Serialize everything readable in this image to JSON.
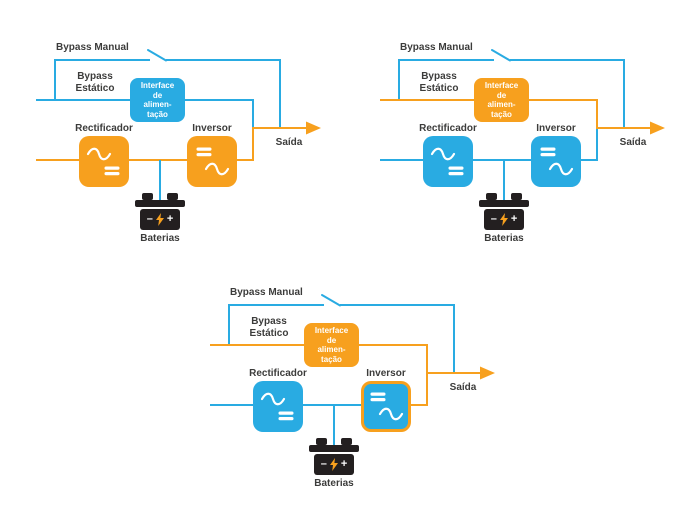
{
  "palette": {
    "cyan": "#29ABE2",
    "orange": "#F7A01E",
    "battery_dark": "#231F20",
    "label_text": "#3C3C3B",
    "symbol_white": "#FFFFFF",
    "background": "#FFFFFF"
  },
  "icons": {
    "battery_bolt": "lightning-bolt-icon",
    "rectifier_symbols": "sine-wave-icon + equals-icon",
    "inverter_symbols": "equals-icon + sine-wave-icon",
    "output": "arrow-right-icon",
    "bypass_switch": "open-switch-icon"
  },
  "diagrams": [
    {
      "labels": {
        "bypass_manual": "Bypass Manual",
        "bypass_estatico_line1": "Bypass",
        "bypass_estatico_line2": "Estático",
        "interface_line1": "Interface",
        "interface_line2": "de",
        "interface_line3": "alimen-",
        "interface_line4": "tação",
        "rectificador": "Rectificador",
        "inversor": "Inversor",
        "saida": "Saída",
        "baterias": "Baterias"
      },
      "battery": {
        "minus": "–",
        "plus": "+"
      },
      "wires": {
        "bypass_manual": "cyan",
        "bypass_estatico": "cyan",
        "bypass_estatico_vert": "cyan",
        "input": "orange",
        "intermediate": "orange",
        "inverter_output": "orange",
        "output": "orange",
        "battery": "cyan"
      },
      "boxes": {
        "interface": "cyan",
        "rectifier": "orange",
        "inverter": "orange",
        "inverter_border": "none"
      }
    },
    {
      "labels": {
        "bypass_manual": "Bypass Manual",
        "bypass_estatico_line1": "Bypass",
        "bypass_estatico_line2": "Estático",
        "interface_line1": "Interface",
        "interface_line2": "de",
        "interface_line3": "alimen-",
        "interface_line4": "tação",
        "rectificador": "Rectificador",
        "inversor": "Inversor",
        "saida": "Saída",
        "baterias": "Baterias"
      },
      "battery": {
        "minus": "–",
        "plus": "+"
      },
      "wires": {
        "bypass_manual": "cyan",
        "bypass_estatico": "orange",
        "bypass_estatico_vert": "orange",
        "input": "cyan",
        "intermediate": "cyan",
        "inverter_output": "cyan",
        "output": "orange",
        "battery": "cyan"
      },
      "boxes": {
        "interface": "orange",
        "rectifier": "cyan",
        "inverter": "cyan",
        "inverter_border": "none"
      }
    },
    {
      "labels": {
        "bypass_manual": "Bypass Manual",
        "bypass_estatico_line1": "Bypass",
        "bypass_estatico_line2": "Estático",
        "interface_line1": "Interface",
        "interface_line2": "de",
        "interface_line3": "alimen-",
        "interface_line4": "tação",
        "rectificador": "Rectificador",
        "inversor": "Inversor",
        "saida": "Saída",
        "baterias": "Baterias"
      },
      "battery": {
        "minus": "–",
        "plus": "+"
      },
      "wires": {
        "bypass_manual": "cyan",
        "bypass_estatico": "orange",
        "bypass_estatico_vert": "orange",
        "input": "cyan",
        "intermediate": "cyan",
        "inverter_output": "orange",
        "output": "orange",
        "battery": "cyan"
      },
      "boxes": {
        "interface": "orange",
        "rectifier": "cyan",
        "inverter": "cyan",
        "inverter_border": "orange"
      }
    }
  ]
}
